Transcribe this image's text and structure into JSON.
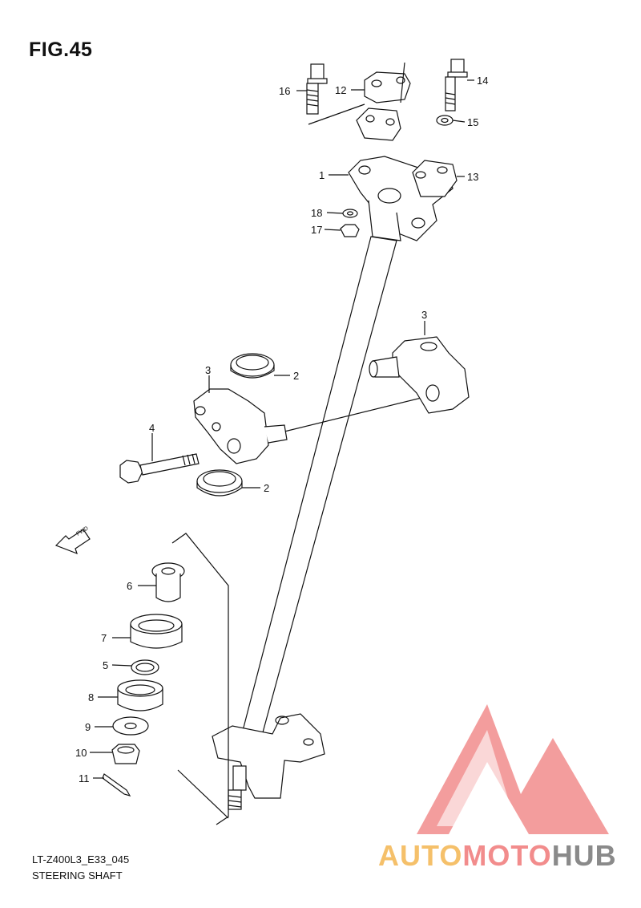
{
  "figure": {
    "title": "FIG.45"
  },
  "callouts": [
    {
      "id": "16",
      "label": "16"
    },
    {
      "id": "12",
      "label": "12"
    },
    {
      "id": "14",
      "label": "14"
    },
    {
      "id": "15",
      "label": "15"
    },
    {
      "id": "1",
      "label": "1"
    },
    {
      "id": "13",
      "label": "13"
    },
    {
      "id": "18",
      "label": "18"
    },
    {
      "id": "17",
      "label": "17"
    },
    {
      "id": "3a",
      "label": "3"
    },
    {
      "id": "3b",
      "label": "3"
    },
    {
      "id": "2a",
      "label": "2"
    },
    {
      "id": "4",
      "label": "4"
    },
    {
      "id": "2b",
      "label": "2"
    },
    {
      "id": "6",
      "label": "6"
    },
    {
      "id": "7",
      "label": "7"
    },
    {
      "id": "5",
      "label": "5"
    },
    {
      "id": "8",
      "label": "8"
    },
    {
      "id": "9",
      "label": "9"
    },
    {
      "id": "10",
      "label": "10"
    },
    {
      "id": "11",
      "label": "11"
    }
  ],
  "fwd_label": "FWD",
  "footer": {
    "code": "LT-Z400L3_E33_045",
    "name": "STEERING SHAFT"
  },
  "watermark": {
    "part1": "AUTO",
    "part2": "MOTO",
    "part3": "HUB"
  },
  "colors": {
    "line": "#111111",
    "watermark_red": "#f28c8c",
    "watermark_orange": "#f5c06a",
    "watermark_gray": "#8a8a8a"
  }
}
